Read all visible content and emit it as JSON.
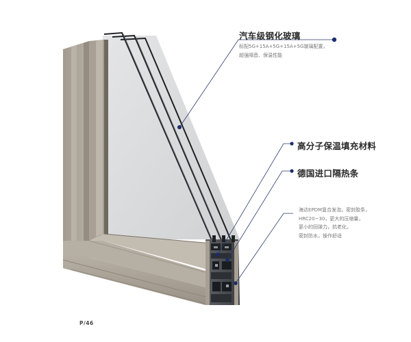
{
  "callouts": {
    "glass": {
      "title": "汽车级钢化玻璃",
      "lines": [
        "标配5G+15A+5G+15A+5G玻璃配置，",
        "超强隔音、保温性能"
      ]
    },
    "insulation_filler": {
      "title": "高分子保温填充材料"
    },
    "thermal_strip": {
      "title": "德国进口隔热条"
    },
    "gasket": {
      "lines": [
        "海达EPDM复合发泡，密封胶条，",
        "HRC20~30，更大的压缩量，",
        "更小的回弹力，抗老化，",
        "密封防水，操作舒适"
      ]
    }
  },
  "page": {
    "number": "P/46"
  },
  "colors": {
    "frame_front": "#a79f93",
    "frame_shadow": "#8c8478",
    "frame_light": "#c2bbaf",
    "glass": "#d9dadb",
    "glass_edge": "#1e2124",
    "leader_line": "#2a3a6a",
    "leader_dot": "#1c2d6b"
  }
}
